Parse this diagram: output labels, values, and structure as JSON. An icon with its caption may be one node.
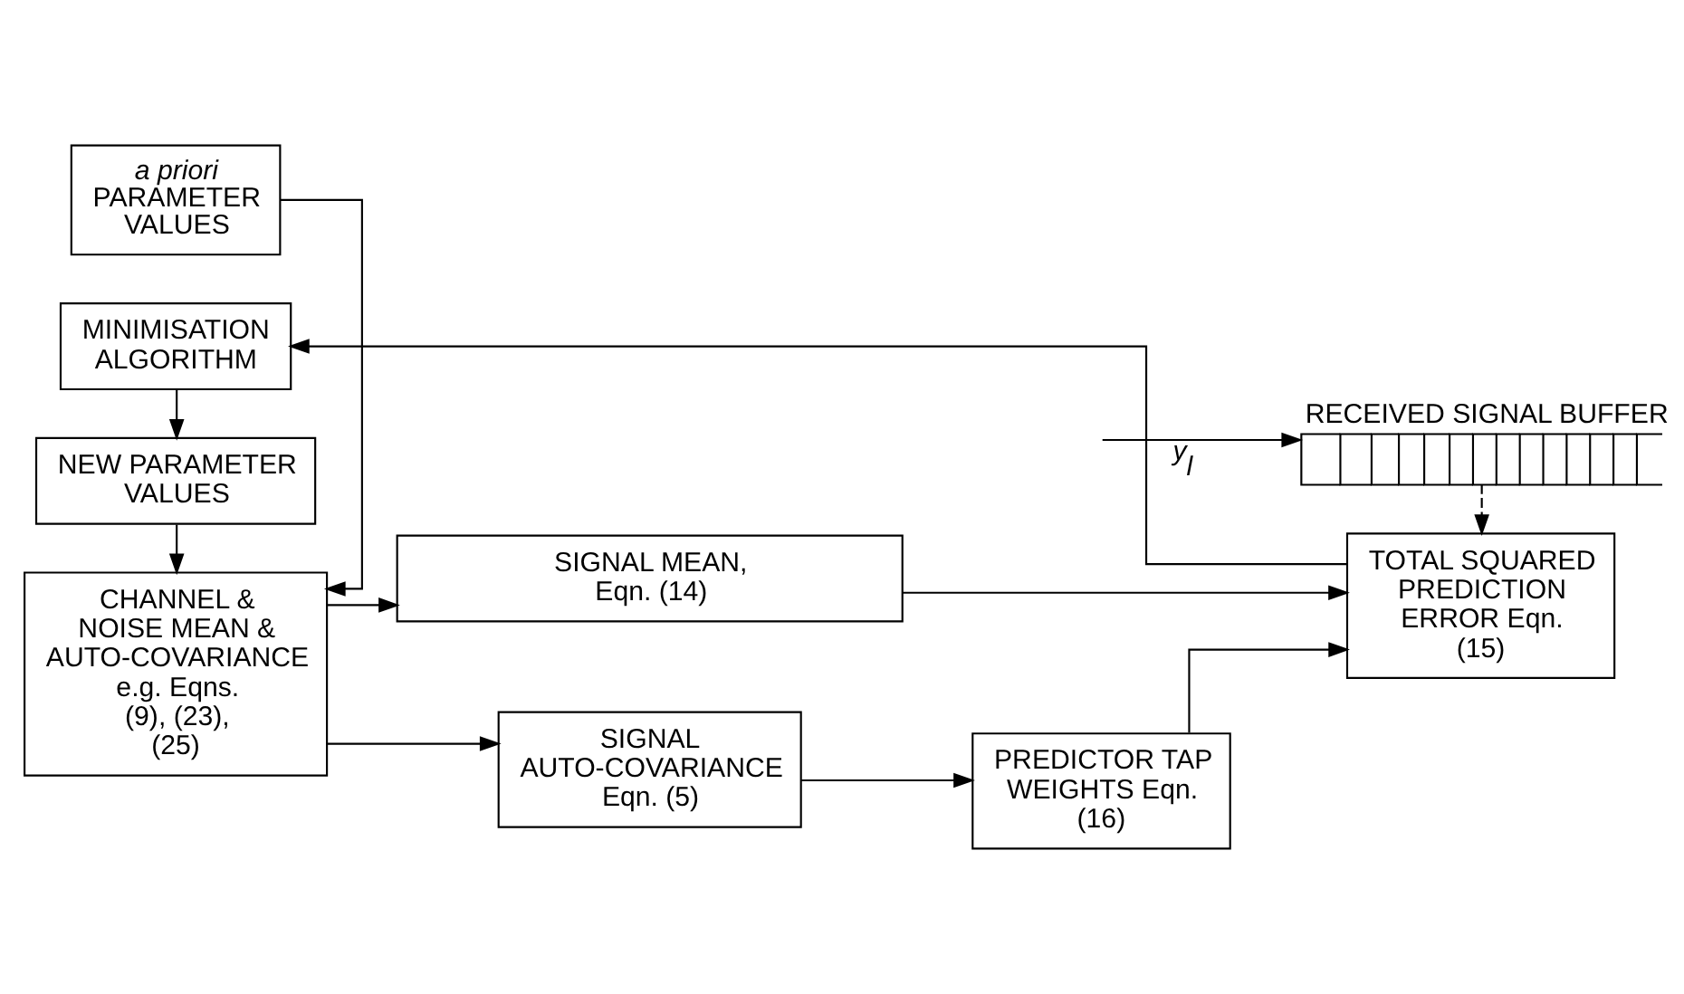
{
  "diagram": {
    "nodes": [
      {
        "text": [
          "a priori",
          "PARAMETER VALUES"
        ]
      },
      {
        "text": [
          "CHANNEL & NOISE MEAN & AUTO-COVARIANCE e.g. Eqns. (9), (23), (25)"
        ]
      },
      {
        "text": [
          "SIGNAL MEAN, Eqn. (14)"
        ]
      },
      {
        "text": [
          "SIGNAL AUTO-COVARIANCE Eqn. (5)"
        ]
      },
      {
        "text": [
          "PREDICTOR TAP WEIGHTS Eqn. (16)"
        ]
      },
      {
        "text": [
          "TOTAL SQUARED PREDICTION ERROR Eqn. (15)"
        ]
      },
      {
        "text": [
          "RECEIVED SIGNAL BUFFER"
        ]
      },
      {
        "text": [
          "MINIMISATION ALGORITHM"
        ]
      },
      {
        "text": [
          "NEW PARAMETER VALUES"
        ]
      }
    ],
    "edges": [
      {
        "from": 0,
        "to": 1,
        "arrow": "to"
      },
      {
        "from": 1,
        "to": 2,
        "arrow": "to"
      },
      {
        "from": 1,
        "to": 3,
        "arrow": "to"
      },
      {
        "from": 3,
        "to": 4,
        "arrow": "to"
      },
      {
        "from": 2,
        "to": 5,
        "arrow": "to"
      },
      {
        "from": 4,
        "to": 5,
        "arrow": "to"
      },
      {
        "from": null,
        "to": 6,
        "arrow": "to",
        "label": "y$_{l}$"
      },
      {
        "from": 6,
        "to": 5,
        "arrow": "to",
        "style": "dashed"
      },
      {
        "from": 5,
        "to": 7,
        "arrow": "to"
      },
      {
        "from": 7,
        "to": 8,
        "arrow": "to"
      },
      {
        "from": 8,
        "to": 1,
        "arrow": "to"
      }
    ]
  }
}
